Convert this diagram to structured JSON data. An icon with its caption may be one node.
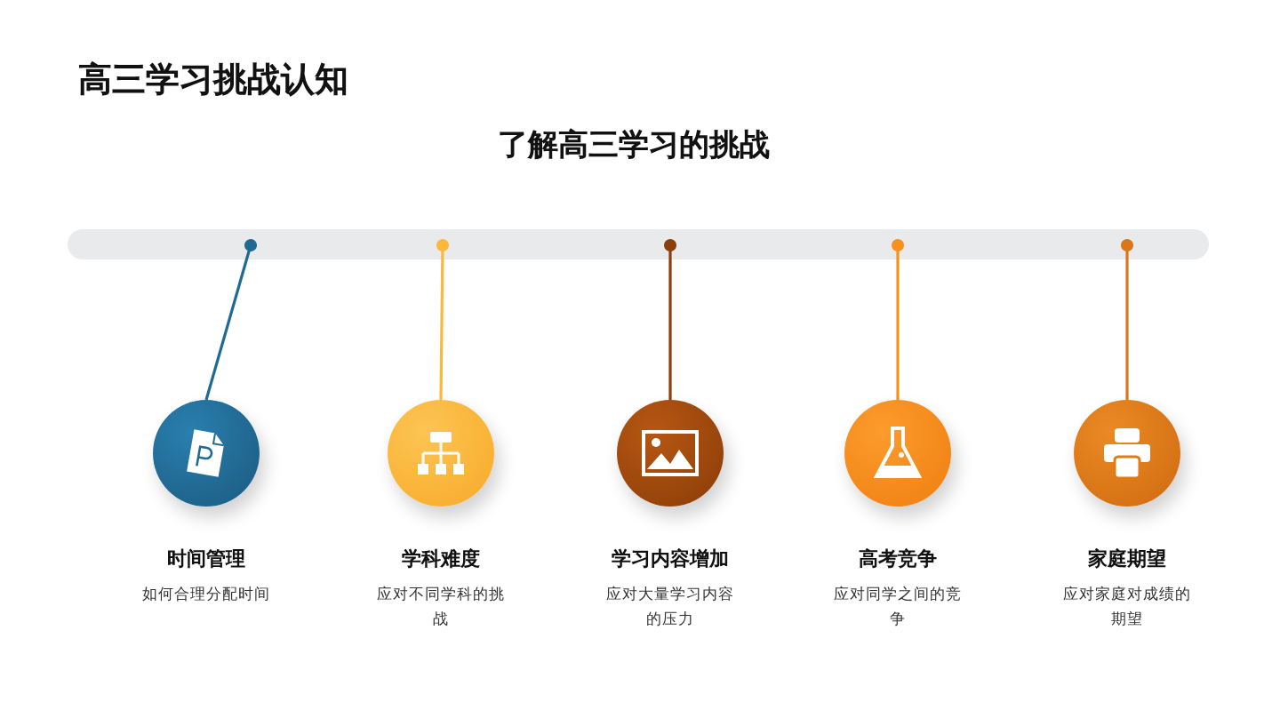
{
  "diagram": {
    "title": "高三学习挑战认知",
    "nodes": [
      {
        "text": [],
        "shape": "bar"
      },
      {
        "text": [
          "时间管理",
          "如何合理分配时间"
        ]
      },
      {
        "text": [
          "学科难度",
          "应对不同学科的挑战"
        ]
      },
      {
        "text": [
          "学习内容增加",
          "应对大量学习内容的压力"
        ]
      },
      {
        "text": [
          "高考竞争",
          "应对同学之间的竞争"
        ]
      },
      {
        "text": [
          "家庭期望",
          "应对家庭对成绩的期望"
        ]
      }
    ],
    "edges": [
      {
        "from": 0,
        "to": 1,
        "arrow": "other",
        "color": "#1f6a93"
      },
      {
        "from": 0,
        "to": 2,
        "arrow": "other",
        "color": "#fbb83a"
      },
      {
        "from": 0,
        "to": 3,
        "arrow": "other",
        "color": "#8a3f0c"
      },
      {
        "from": 0,
        "to": 4,
        "arrow": "other",
        "color": "#f7901e"
      },
      {
        "from": 0,
        "to": 5,
        "arrow": "other",
        "color": "#d9771a"
      }
    ],
    "labels": [
      "了解高三学习的挑战"
    ]
  }
}
